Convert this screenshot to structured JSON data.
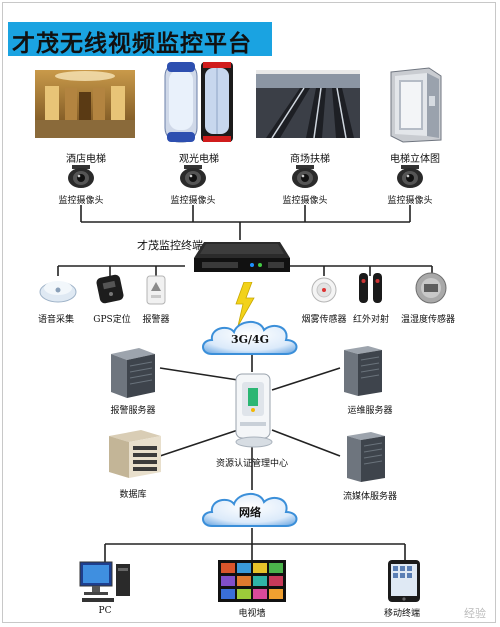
{
  "title": "才茂无线视频监控平台",
  "scenes": [
    {
      "label": "酒店电梯"
    },
    {
      "label": "观光电梯"
    },
    {
      "label": "商场扶梯"
    },
    {
      "label": "电梯立体图"
    }
  ],
  "camera_label": "监控摄像头",
  "terminal_label": "才茂监控终端",
  "sensors": {
    "voice": "语音采集",
    "gps": "GPS定位",
    "alarm": "报警器",
    "smoke": "烟雾传感器",
    "infrared": "红外对射",
    "humidity": "温湿度传感器"
  },
  "cloud_3g": "3G/4G",
  "cloud_net": "网络",
  "servers": {
    "alarm_server": "报警服务器",
    "ops_server": "运维服务器",
    "database": "数据库",
    "auth_center": "资源认证管理中心",
    "streaming_server": "流媒体服务器"
  },
  "clients": {
    "pc": "PC",
    "tv_wall": "电视墙",
    "mobile": "移动终端"
  },
  "watermark": "经验",
  "colors": {
    "title_bg": "#1aa3e1",
    "cloud_blue": "#3b8fd9",
    "lightning": "#f2d21a"
  }
}
